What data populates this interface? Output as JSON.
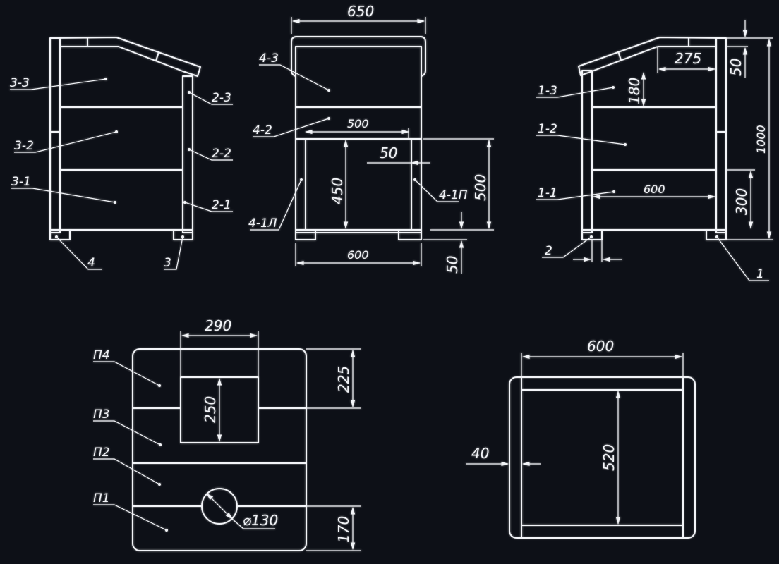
{
  "colors": {
    "background": "#0d1017",
    "line": "#f2f4f8"
  },
  "left_view": {
    "labels": {
      "l33": "3-3",
      "l32": "3-2",
      "l31": "3-1",
      "l23": "2-3",
      "l22": "2-2",
      "l21": "2-1",
      "l4": "4",
      "l3": "3"
    }
  },
  "front_view": {
    "labels": {
      "l43": "4-3",
      "l42": "4-2",
      "l41l": "4-1Л",
      "l41p": "4-1П"
    },
    "dims": {
      "top_width": "650",
      "inner_width": "500",
      "gap": "50",
      "inner_height": "450",
      "side_height": "500",
      "base_width": "600",
      "leg_height": "50"
    }
  },
  "right_view": {
    "labels": {
      "l13": "1-3",
      "l12": "1-2",
      "l11": "1-1",
      "l2": "2",
      "l1": "1"
    },
    "dims": {
      "top_depth": "275",
      "top_gap": "50",
      "shelf_h": "180",
      "width": "600",
      "lower_h": "300",
      "total_h": "1000"
    }
  },
  "plate_view": {
    "labels": {
      "p4": "П4",
      "p3": "П3",
      "p2": "П2",
      "p1": "П1"
    },
    "dims": {
      "hole_w": "290",
      "hole_h": "250",
      "top_h": "225",
      "diameter": "⌀130",
      "bottom_h": "170"
    }
  },
  "frame_view": {
    "dims": {
      "width": "600",
      "depth": "520",
      "rail": "40"
    }
  }
}
